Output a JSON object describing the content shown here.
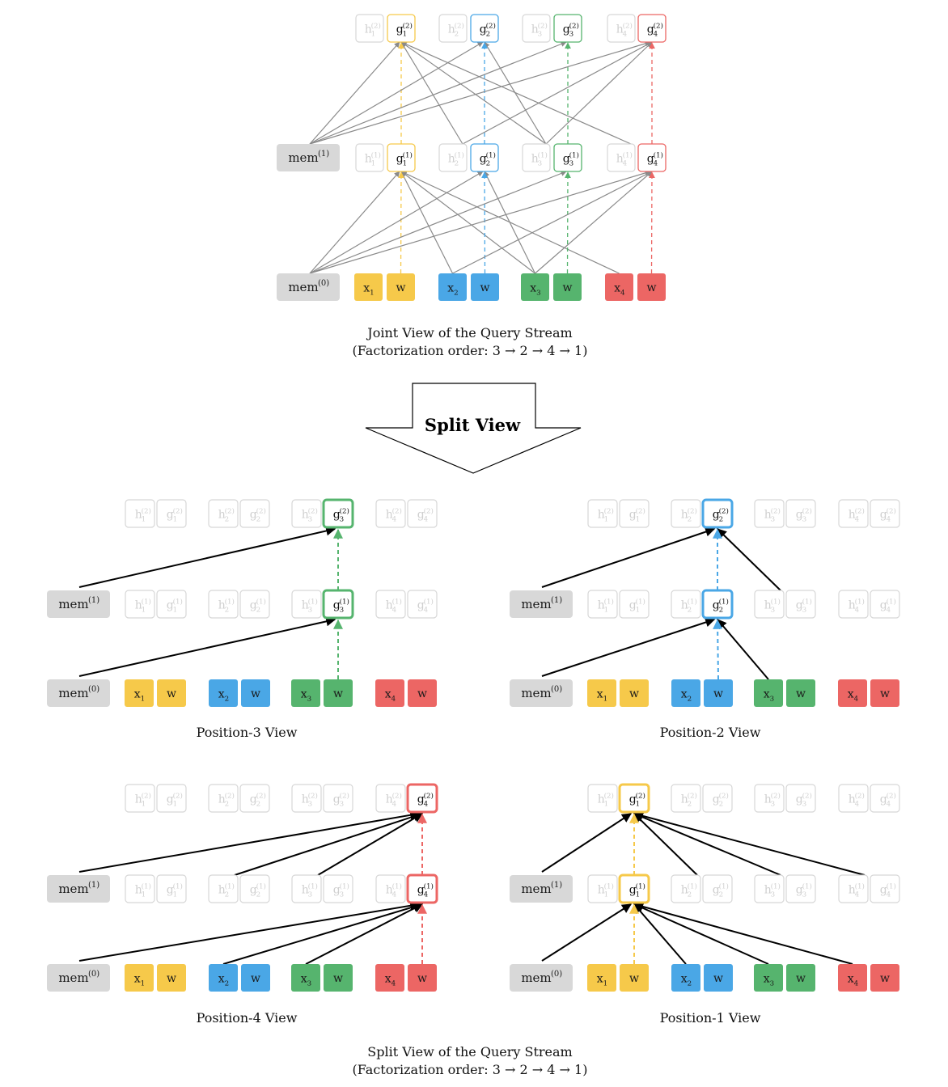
{
  "colors": {
    "pos1": "#F6C94A",
    "pos2": "#4AA7E6",
    "pos3": "#56B46E",
    "pos4": "#EC6664",
    "mem_fill": "#D8D8D8",
    "faded": "#D7D7D7",
    "edge_gray": "#8A8A8A",
    "edge_black": "#000000"
  },
  "tokens": {
    "x": [
      "x",
      "x",
      "x",
      "x"
    ],
    "w": "w",
    "idx": [
      "1",
      "2",
      "3",
      "4"
    ]
  },
  "nodes": {
    "h": "h",
    "g": "g",
    "l1": "(1)",
    "l2": "(2)"
  },
  "mem": {
    "base": "mem",
    "l0": "(0)",
    "l1": "(1)"
  },
  "joint": {
    "caption": "Joint View of the Query Stream",
    "order": "(Factorization order: 3 → 2 → 4 → 1)"
  },
  "split_arrow": {
    "label": "Split View"
  },
  "panels": [
    {
      "target": 3,
      "caption": "Position-3 View"
    },
    {
      "target": 2,
      "caption": "Position-2 View"
    },
    {
      "target": 4,
      "caption": "Position-4 View"
    },
    {
      "target": 1,
      "caption": "Position-1 View"
    }
  ],
  "split": {
    "caption": "Split View of the Query Stream",
    "order": "(Factorization order: 3 → 2 → 4 → 1)"
  }
}
